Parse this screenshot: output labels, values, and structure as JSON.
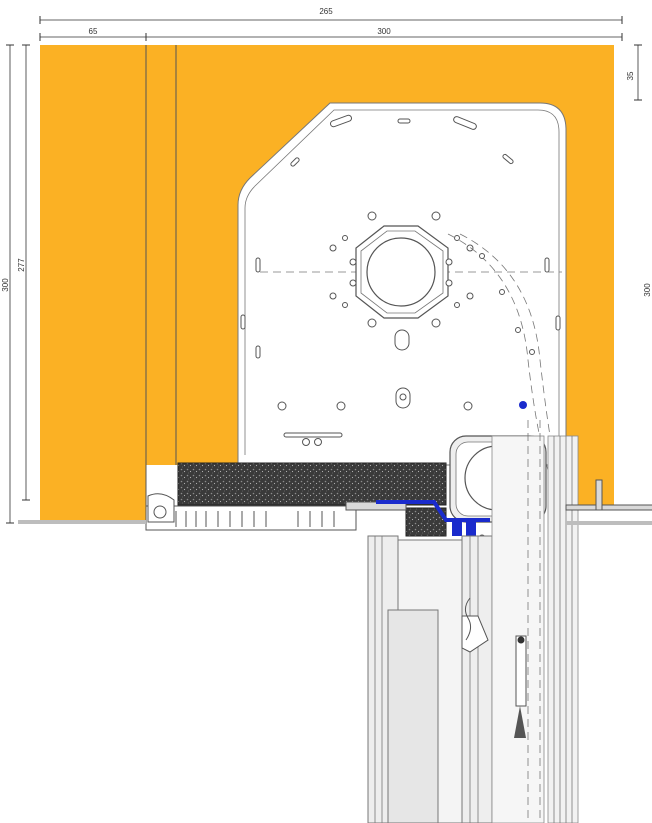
{
  "dimensions": {
    "top_total": "265",
    "top_left": "65",
    "top_right": "300",
    "right_small": "35",
    "left_outer": "300",
    "left_inner": "277",
    "right_outer": "300"
  },
  "colors": {
    "wall": "#FBB124",
    "cassette_fill": "#ffffff",
    "insulation": "#3a3a3a",
    "seal": "#1a2bcc",
    "metal": "#d9d9d9",
    "frame": "#eeeeee",
    "line": "#555555"
  }
}
